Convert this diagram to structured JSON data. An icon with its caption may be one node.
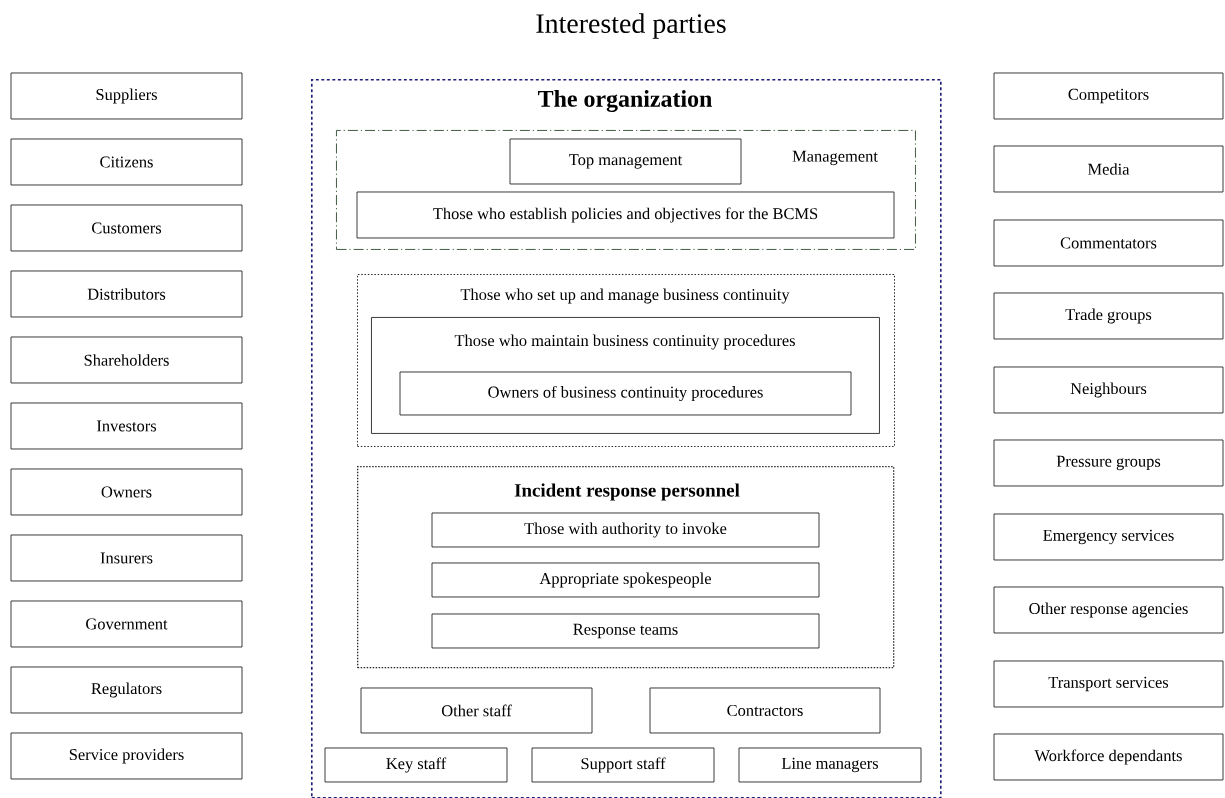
{
  "diagram": {
    "title": "Interested parties",
    "nodes": [
      {
        "text": [
          "Suppliers"
        ]
      },
      {
        "text": [
          "Citizens"
        ]
      },
      {
        "text": [
          "Customers"
        ]
      },
      {
        "text": [
          "Distributors"
        ]
      },
      {
        "text": [
          "Shareholders"
        ]
      },
      {
        "text": [
          "Investors"
        ]
      },
      {
        "text": [
          "Owners"
        ]
      },
      {
        "text": [
          "Insurers"
        ]
      },
      {
        "text": [
          "Government"
        ]
      },
      {
        "text": [
          "Regulators"
        ]
      },
      {
        "text": [
          "Service providers"
        ]
      },
      {
        "text": [
          "The organization"
        ]
      },
      {
        "text": [
          "Management"
        ],
        "in": 11
      },
      {
        "text": [
          "Top management"
        ],
        "in": 12
      },
      {
        "text": [
          "Those who establish policies and objectives for the BCMS"
        ],
        "in": 12
      },
      {
        "text": [
          "Those who set up and manage business continuity"
        ],
        "in": 11
      },
      {
        "text": [
          "Those who maintain business continuity procedures"
        ],
        "in": 15
      },
      {
        "text": [
          "Owners of business continuity procedures"
        ],
        "in": 16
      },
      {
        "text": [
          "Incident response personnel"
        ],
        "in": 11
      },
      {
        "text": [
          "Those with authority to invoke"
        ],
        "in": 18
      },
      {
        "text": [
          "Appropriate spokespeople"
        ],
        "in": 18
      },
      {
        "text": [
          "Response teams"
        ],
        "in": 18
      },
      {
        "text": [
          "Other staff"
        ],
        "in": 11
      },
      {
        "text": [
          "Contractors"
        ],
        "in": 11
      },
      {
        "text": [
          "Key staff"
        ],
        "in": 11
      },
      {
        "text": [
          "Support staff"
        ],
        "in": 11
      },
      {
        "text": [
          "Line managers"
        ],
        "in": 11
      },
      {
        "text": [
          "Competitors"
        ]
      },
      {
        "text": [
          "Media"
        ]
      },
      {
        "text": [
          "Commentators"
        ]
      },
      {
        "text": [
          "Trade groups"
        ]
      },
      {
        "text": [
          "Neighbours"
        ]
      },
      {
        "text": [
          "Pressure groups"
        ]
      },
      {
        "text": [
          "Emergency services"
        ]
      },
      {
        "text": [
          "Other response agencies"
        ]
      },
      {
        "text": [
          "Transport services"
        ]
      },
      {
        "text": [
          "Workforce dependants"
        ]
      }
    ]
  }
}
